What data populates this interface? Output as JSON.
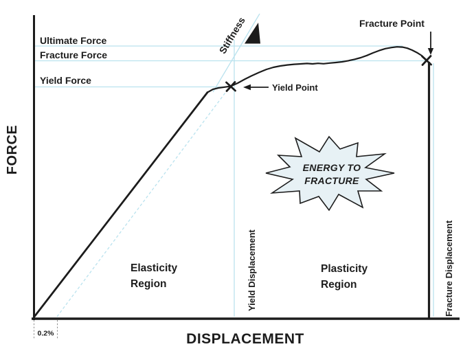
{
  "figure": {
    "axes": {
      "y_label": "FORCE",
      "x_label": "DISPLACEMENT"
    },
    "labels": {
      "ultimate_force": "Ultimate Force",
      "fracture_force": "Fracture Force",
      "yield_force": "Yield Force",
      "stiffness": "Stiffness",
      "fracture_point": "Fracture Point",
      "yield_point": "Yield Point",
      "energy_line1": "ENERGY TO",
      "energy_line2": "FRACTURE",
      "elasticity_line1": "Elasticity",
      "elasticity_line2": "Region",
      "plasticity_line1": "Plasticity",
      "plasticity_line2": "Region",
      "yield_displacement": "Yield Displacement",
      "fracture_displacement": "Fracture Displacement",
      "offset_strain": "0.2%"
    },
    "colors": {
      "guide": "#b9e2ee",
      "guide_faint": "#cdeaf3",
      "starburst_fill": "#e7f1f5",
      "ink": "#1c1c1c"
    }
  }
}
